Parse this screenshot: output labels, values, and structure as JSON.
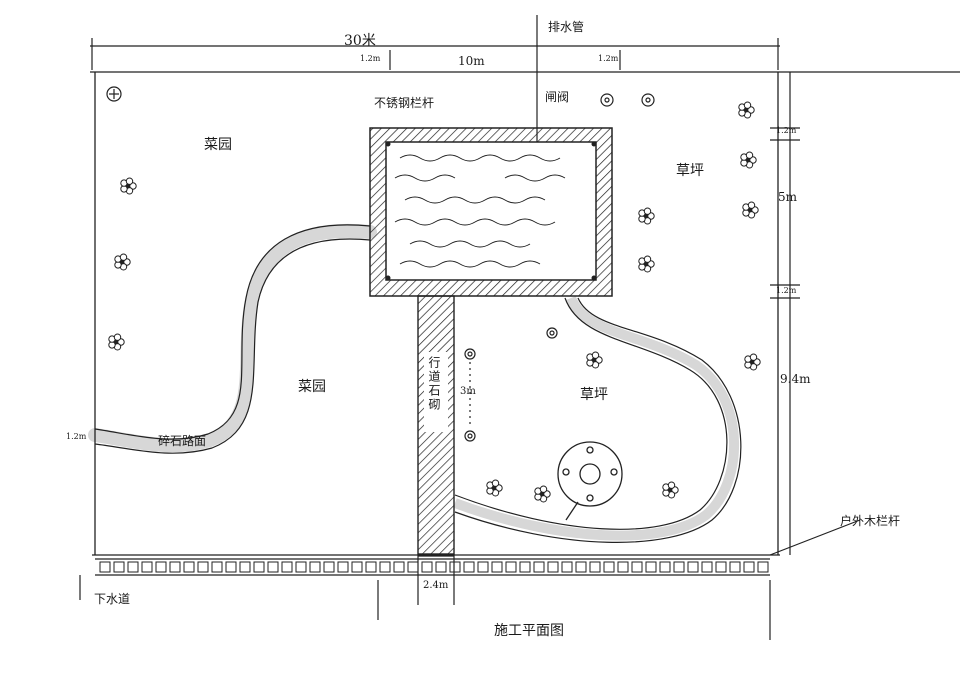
{
  "labels": {
    "overall_width": "30米",
    "dim_top_left": "1.2m",
    "dim_top_mid": "10m",
    "dim_top_right": "1.2m",
    "drain_pipe": "排水管",
    "gate_valve": "闸阀",
    "pool_railing": "不锈钢栏杆",
    "vegetable_garden_top": "菜园",
    "vegetable_garden_mid": "菜园",
    "lawn_top": "草坪",
    "lawn_mid": "草坪",
    "right_dim_1": "1.2m",
    "right_dim_2": "5m",
    "right_dim_3": "1.2m",
    "right_dim_4": "9.4m",
    "walkway": "行道石砌",
    "walkway_dim": "3m",
    "left_dim": "1.2m",
    "gravel_path": "碎石路面",
    "wood_rail": "户外木栏杆",
    "drain_ditch": "下水道",
    "bottom_dim": "2.4m",
    "title": "施工平面图"
  }
}
